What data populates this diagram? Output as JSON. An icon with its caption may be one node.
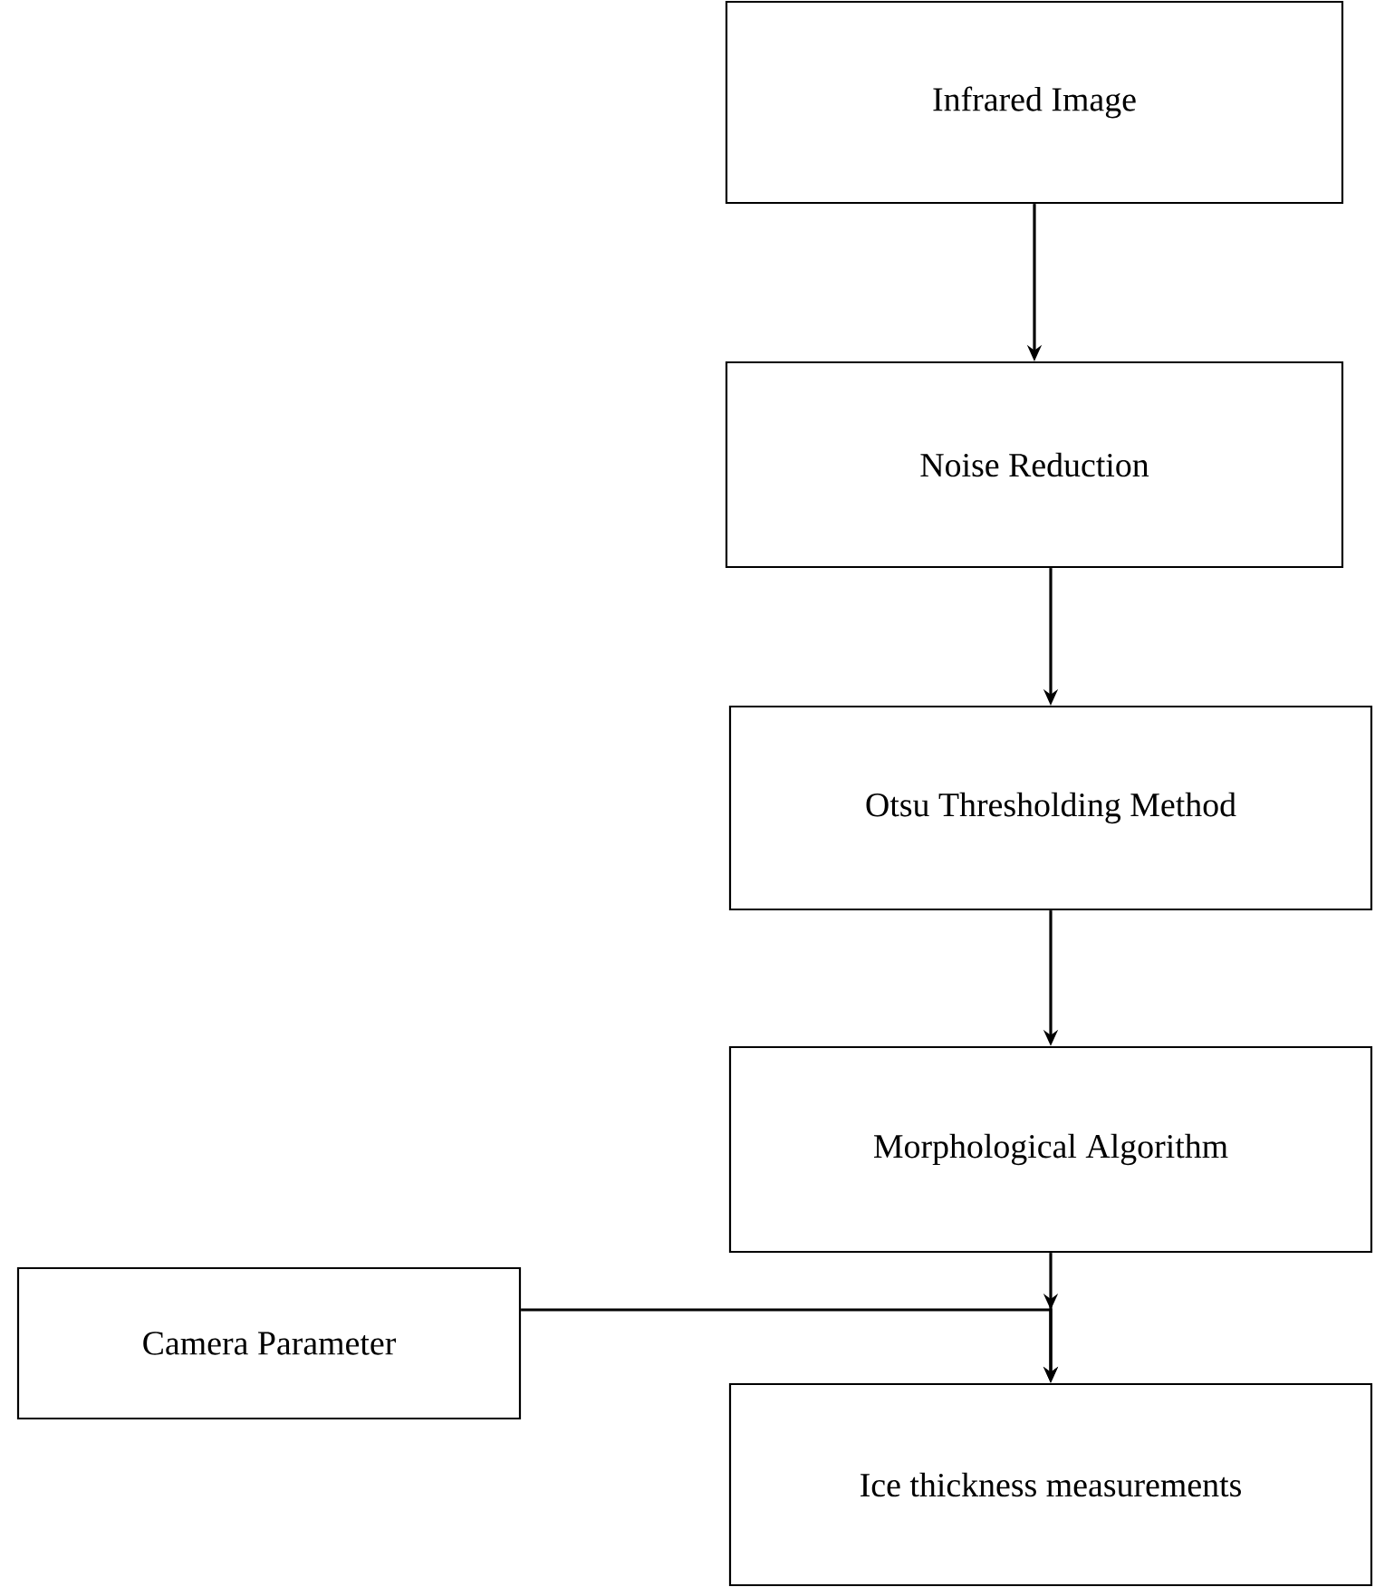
{
  "diagram": {
    "nodes": [
      {
        "text": [
          "Infrared Image"
        ]
      },
      {
        "text": [
          "Noise Reduction"
        ]
      },
      {
        "text": [
          "Otsu Thresholding Method"
        ]
      },
      {
        "text": [
          "Morphological Algorithm"
        ]
      },
      {
        "text": [
          "Camera Parameter"
        ]
      },
      {
        "text": [
          "Ice thickness measurements"
        ]
      }
    ],
    "edges": [
      {
        "from": 0,
        "to": 1,
        "arrow": "to"
      },
      {
        "from": 1,
        "to": 2,
        "arrow": "to"
      },
      {
        "from": 2,
        "to": 3,
        "arrow": "to"
      },
      {
        "from": 3,
        "to": 5,
        "arrow": "to"
      },
      {
        "from": 4,
        "to": 5,
        "arrow": "to"
      }
    ]
  }
}
